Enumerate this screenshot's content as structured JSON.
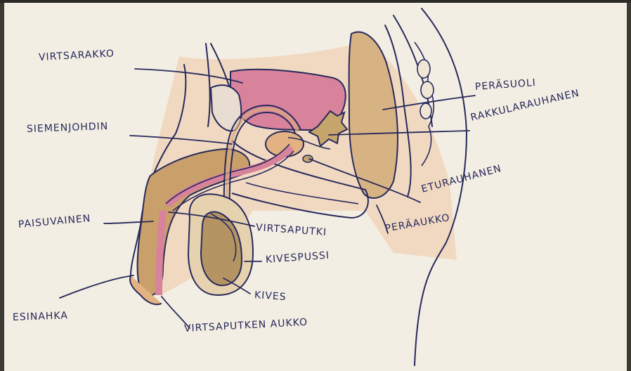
{
  "labels": {
    "virtsarakko": "VIRTSARAKKO",
    "siemenjohdin": "SIEMENJOHDIN",
    "paisuvainen": "PAISUVAINEN",
    "esinahka": "ESINAHKA",
    "virtsaputken_aukko": "VIRTSAPUTKEN AUKKO",
    "kives": "KIVES",
    "kivespussi": "KIVESPUSSI",
    "virtsaputki": "VIRTSAPUTKI",
    "perasuoli": "PERÄSUOLI",
    "rakkularauhanen": "RAKKULARAUHANEN",
    "eturauhanen": "ETURAUHANEN",
    "peraaukko": "PERÄAUKKO"
  },
  "colors": {
    "paper": "#f3eee3",
    "ink": "#27295c",
    "bladder_pink": "#d8829c",
    "ochre": "#c9a06a",
    "tan_orange": "#e3b283",
    "testis_brown": "#b59463",
    "seminal_tan": "#c6a56c",
    "rectum_ochre": "#d7b384"
  }
}
